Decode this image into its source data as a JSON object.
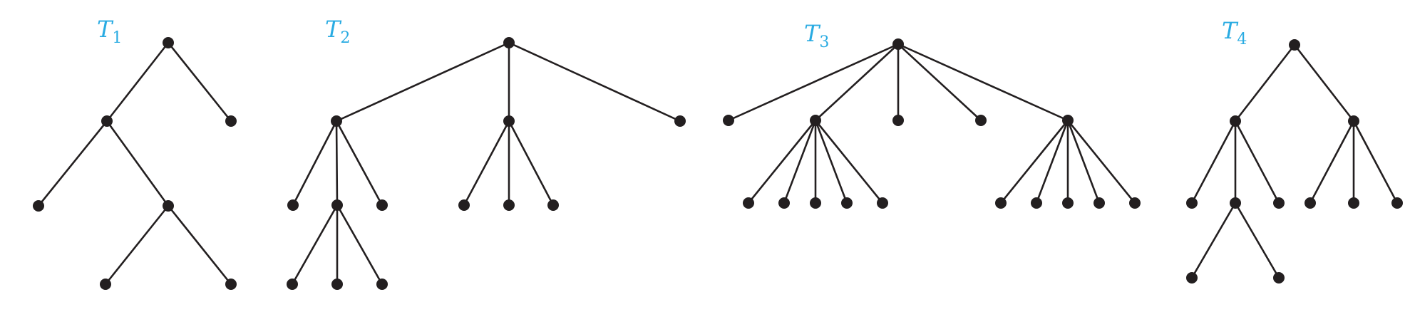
{
  "colors": {
    "label": "#29abe2",
    "line": "#231f20",
    "vertex": "#231f20"
  },
  "trees": [
    {
      "id": "t1",
      "label": "T",
      "subscript": "1"
    },
    {
      "id": "t2",
      "label": "T",
      "subscript": "2"
    },
    {
      "id": "t3",
      "label": "T",
      "subscript": "3"
    },
    {
      "id": "t4",
      "label": "T",
      "subscript": "4"
    }
  ]
}
